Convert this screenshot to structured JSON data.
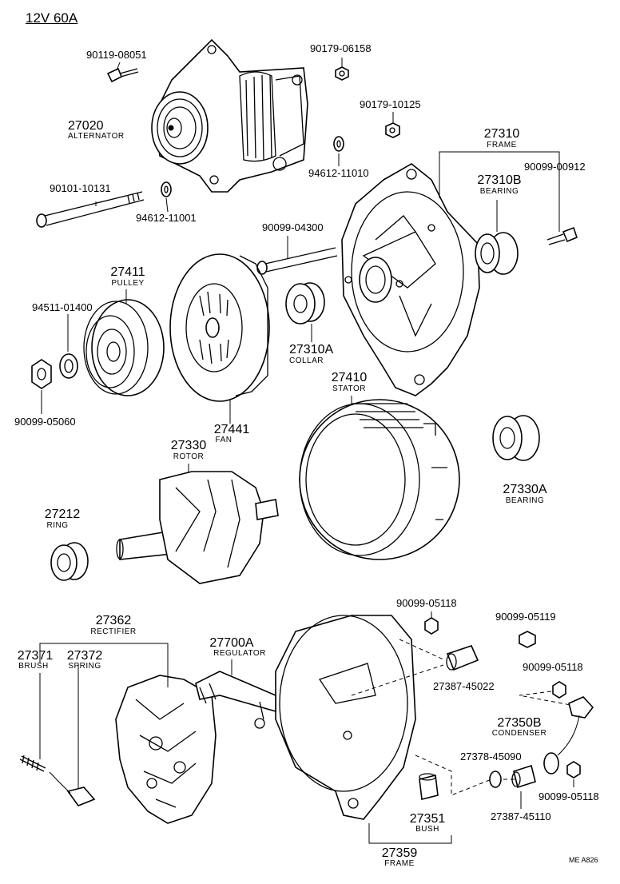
{
  "title": "12V 60A",
  "footer_code": "ME  A826",
  "parts": {
    "p90119": {
      "num": "90119-08051"
    },
    "p27020": {
      "num": "27020",
      "name": "ALTERNATOR"
    },
    "p90179a": {
      "num": "90179-06158"
    },
    "p90179b": {
      "num": "90179-10125"
    },
    "p94612a": {
      "num": "94612-11010"
    },
    "p27310": {
      "num": "27310",
      "name": "FRAME"
    },
    "p27310b": {
      "num": "27310B",
      "name": "BEARING"
    },
    "p90099a": {
      "num": "90099-00912"
    },
    "p90101": {
      "num": "90101-10131"
    },
    "p94612b": {
      "num": "94612-11001"
    },
    "p90099b": {
      "num": "90099-04300"
    },
    "p27411": {
      "num": "27411",
      "name": "PULLEY"
    },
    "p94511": {
      "num": "94511-01400"
    },
    "p27310a": {
      "num": "27310A",
      "name": "COLLAR"
    },
    "p90099c": {
      "num": "90099-05060"
    },
    "p27441": {
      "num": "27441",
      "name": "FAN"
    },
    "p27410": {
      "num": "27410",
      "name": "STATOR"
    },
    "p27330": {
      "num": "27330",
      "name": "ROTOR"
    },
    "p27330a": {
      "num": "27330A",
      "name": "BEARING"
    },
    "p27212": {
      "num": "27212",
      "name": "RING"
    },
    "p90099d": {
      "num": "90099-05118"
    },
    "p90099e": {
      "num": "90099-05119"
    },
    "p27362": {
      "num": "27362",
      "name": "RECTIFIER"
    },
    "p27700a": {
      "num": "27700A",
      "name": "REGULATOR"
    },
    "p27371": {
      "num": "27371",
      "name": "BRUSH"
    },
    "p27372": {
      "num": "27372",
      "name": "SPRING"
    },
    "p27387a": {
      "num": "27387-45022"
    },
    "p90099f": {
      "num": "90099-05118"
    },
    "p27350b": {
      "num": "27350B",
      "name": "CONDENSER"
    },
    "p27378": {
      "num": "27378-45090"
    },
    "p90099g": {
      "num": "90099-05118"
    },
    "p27351": {
      "num": "27351",
      "name": "BUSH"
    },
    "p27387b": {
      "num": "27387-45110"
    },
    "p27359": {
      "num": "27359",
      "name": "FRAME"
    }
  }
}
